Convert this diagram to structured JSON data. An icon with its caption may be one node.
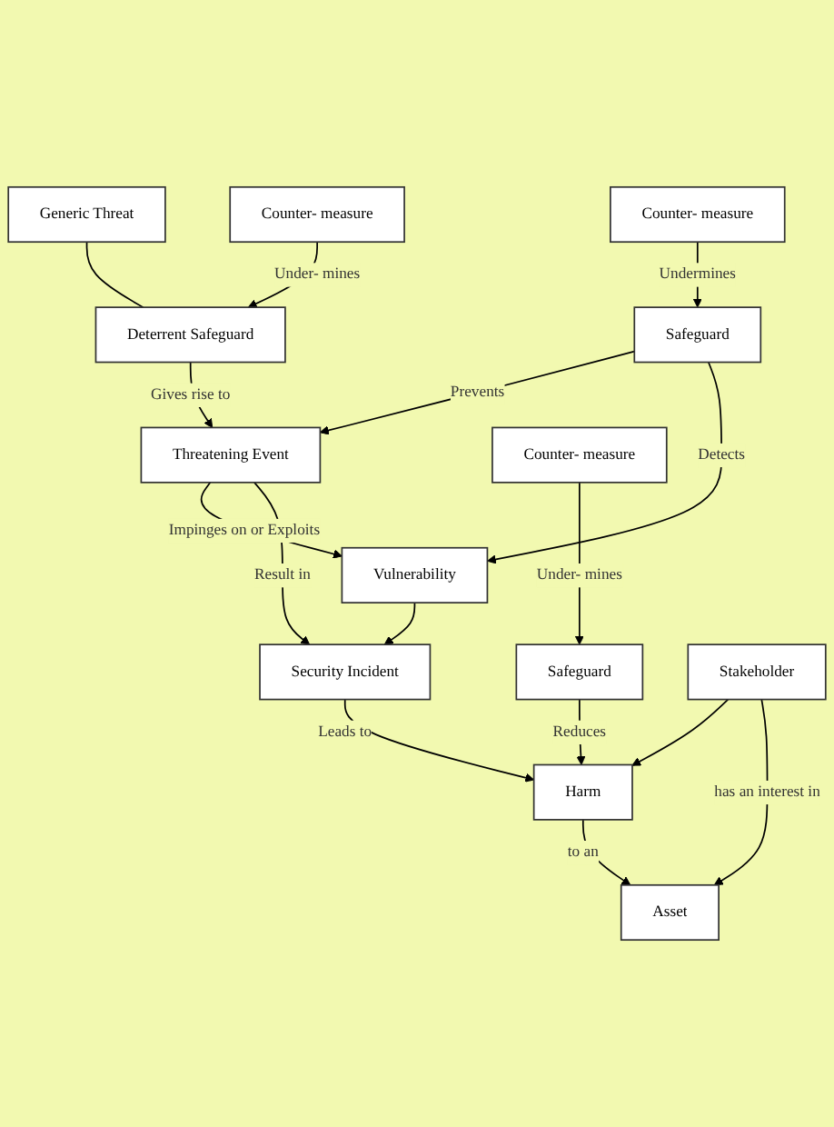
{
  "diagram": {
    "nodes": [
      {
        "text": [
          "Generic Threat"
        ]
      },
      {
        "text": [
          "Counter- measure"
        ]
      },
      {
        "text": [
          "Deterrent Safeguard"
        ]
      },
      {
        "text": [
          "Threatening Event"
        ]
      },
      {
        "text": [
          "Safeguard"
        ]
      },
      {
        "text": [
          "Security Incident"
        ]
      },
      {
        "text": [
          "Vulnerability"
        ]
      },
      {
        "text": [
          "Counter- measure"
        ]
      },
      {
        "text": [
          "Counter- measure"
        ]
      },
      {
        "text": [
          "Safeguard"
        ]
      },
      {
        "text": [
          "Harm"
        ]
      },
      {
        "text": [
          "Stakeholder"
        ]
      },
      {
        "text": [
          "Asset"
        ]
      }
    ],
    "edges": [
      {
        "from": 0,
        "to": 2,
        "arrow": "none"
      },
      {
        "from": 1,
        "to": 2,
        "arrow": "to",
        "label": "Under- mines"
      },
      {
        "from": 2,
        "to": 3,
        "arrow": "to",
        "label": "Gives rise to"
      },
      {
        "from": 4,
        "to": 3,
        "arrow": "to",
        "label": "Prevents"
      },
      {
        "from": 4,
        "to": 6,
        "arrow": "to",
        "label": "Detects"
      },
      {
        "from": 3,
        "to": 6,
        "arrow": "to",
        "label": "Impinges on or Exploits"
      },
      {
        "from": 3,
        "to": 5,
        "arrow": "to",
        "label": "Result in"
      },
      {
        "from": 6,
        "to": 5,
        "arrow": "to"
      },
      {
        "from": 7,
        "to": 4,
        "arrow": "to",
        "label": "Undermines"
      },
      {
        "from": 5,
        "to": 10,
        "arrow": "to",
        "label": "Leads to"
      },
      {
        "from": 8,
        "to": 9,
        "arrow": "to",
        "label": "Under- mines"
      },
      {
        "from": 9,
        "to": 10,
        "arrow": "to",
        "label": "Reduces"
      },
      {
        "from": 11,
        "to": 10,
        "arrow": "to"
      },
      {
        "from": 11,
        "to": 12,
        "arrow": "to",
        "label": "has an interest in"
      },
      {
        "from": 10,
        "to": 12,
        "arrow": "to",
        "label": "to an"
      }
    ]
  }
}
